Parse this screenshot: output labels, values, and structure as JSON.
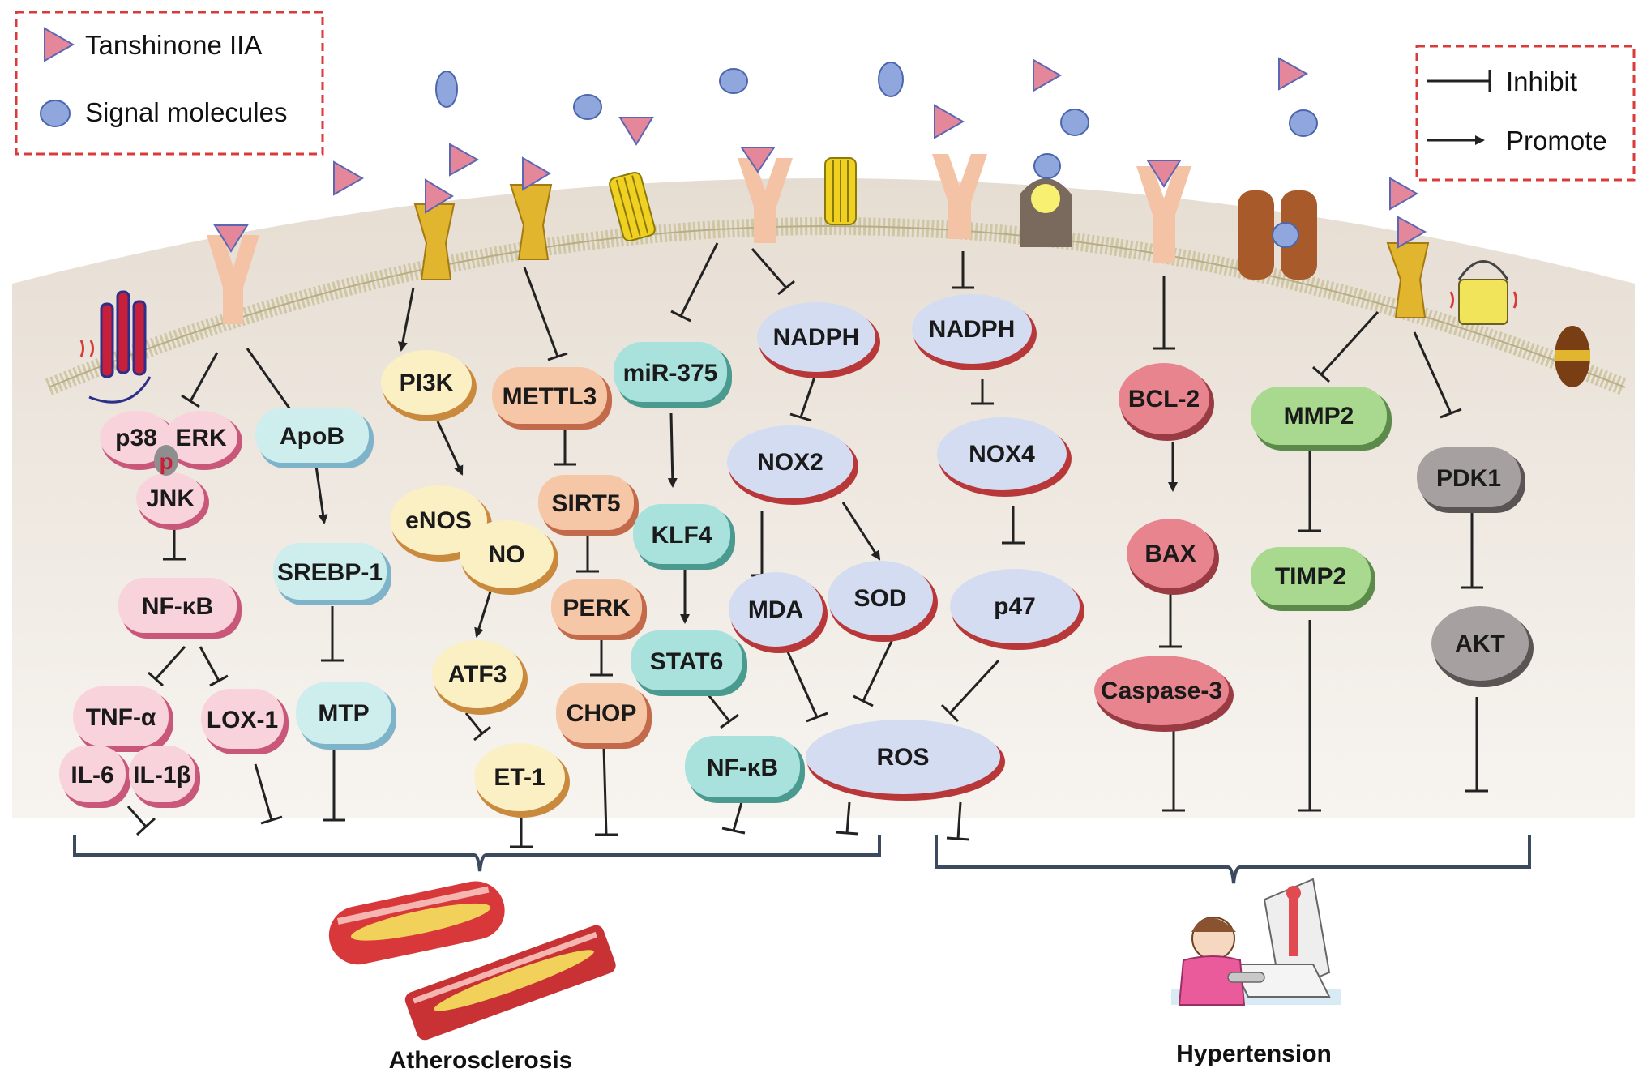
{
  "legend_left": {
    "items": [
      {
        "icon": "triangle-icon",
        "label": "Tanshinone IIA"
      },
      {
        "icon": "circle-icon",
        "label": "Signal molecules"
      }
    ]
  },
  "legend_right": {
    "items": [
      {
        "icon": "inhibit-arrow-icon",
        "label": "Inhibit"
      },
      {
        "icon": "promote-arrow-icon",
        "label": "Promote"
      }
    ]
  },
  "colors": {
    "pink": "#f9d3dc",
    "pink_shadow": "#c8577a",
    "cyan": "#cdeeec",
    "cyan_dark": "#8fd3cf",
    "yellow": "#fbefc4",
    "orange": "#f6c7a7",
    "lavender": "#d3dcf1",
    "red": "#e7848e",
    "green": "#a8d98f",
    "gray": "#a7a0a0",
    "triangle": "#e5879b",
    "triangle_border": "#5b67b3",
    "signal": "#8fa7dd",
    "cell": "#f1ebe3",
    "brace": "#3b4a5e"
  },
  "nodes": {
    "p38": "p38",
    "erk": "ERK",
    "p": "p",
    "jnk": "JNK",
    "nfkb1": "NF-κB",
    "tnfa": "TNF-α",
    "lox1": "LOX-1",
    "il6": "IL-6",
    "il1b": "IL-1β",
    "apob": "ApoB",
    "srebp1": "SREBP-1",
    "mtp": "MTP",
    "pi3k": "PI3K",
    "enos": "eNOS",
    "no": "NO",
    "atf3": "ATF3",
    "et1": "ET-1",
    "mettl3": "METTL3",
    "sirt5": "SIRT5",
    "perk": "PERK",
    "chop": "CHOP",
    "mir375": "miR-375",
    "klf4": "KLF4",
    "stat6": "STAT6",
    "nfkb2": "NF-κB",
    "nadph1": "NADPH",
    "nox2": "NOX2",
    "mda": "MDA",
    "sod": "SOD",
    "ros": "ROS",
    "nadph2": "NADPH",
    "nox4": "NOX4",
    "p47": "p47",
    "bcl2": "BCL-2",
    "bax": "BAX",
    "caspase3": "Caspase-3",
    "mmp2": "MMP2",
    "timp2": "TIMP2",
    "pdk1": "PDK1",
    "akt": "AKT"
  },
  "outcomes": {
    "left": "Atherosclerosis",
    "right": "Hypertension"
  }
}
